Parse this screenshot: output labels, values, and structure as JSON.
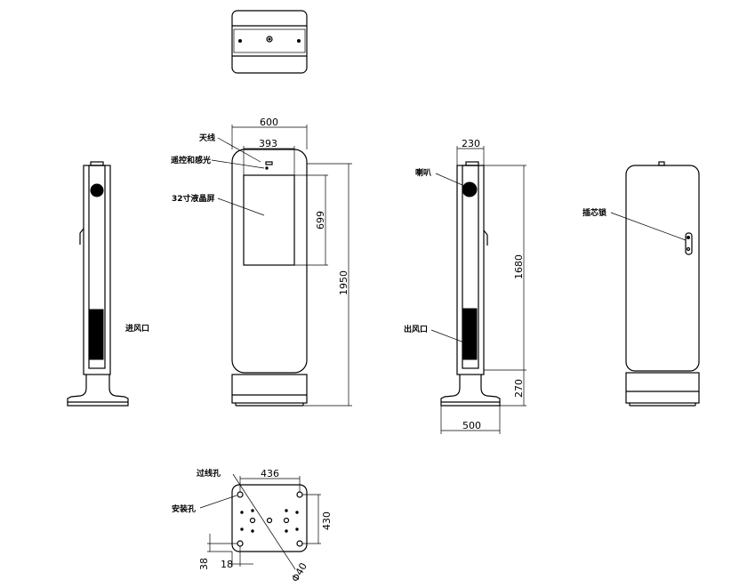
{
  "labels": {
    "antenna": "天线",
    "remote_sensor": "遥控和感光",
    "lcd_screen": "32寸液晶屏",
    "air_inlet": "进风口",
    "speaker": "喇叭",
    "air_outlet": "出风口",
    "door_lock": "插芯锁",
    "filter_hole": "过线孔",
    "mount_hole": "安装孔"
  },
  "dimensions": {
    "cabinet_width": "600",
    "screen_width": "393",
    "screen_height": "699",
    "total_height": "1950",
    "body_depth": "230",
    "body_height": "1680",
    "base_height": "270",
    "base_depth": "500",
    "plate_hole_spacing": "436",
    "plate_depth": "430",
    "hole_offset_y": "38",
    "hole_offset_x": "18",
    "hole_diameter": "Φ40"
  }
}
